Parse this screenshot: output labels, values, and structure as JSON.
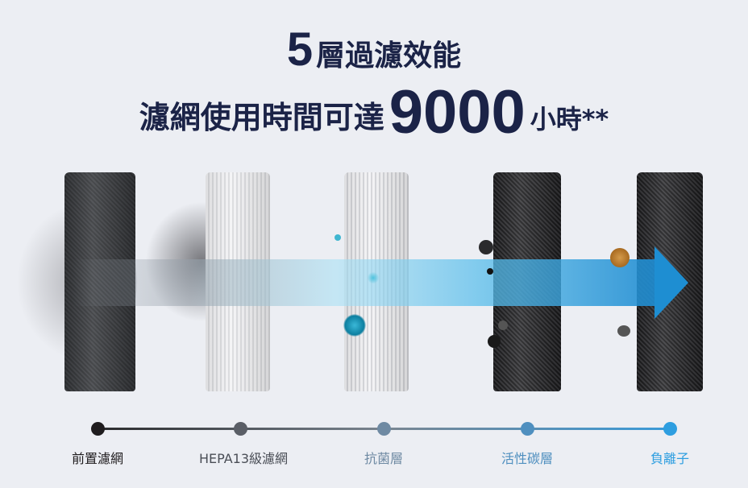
{
  "header": {
    "number": "5",
    "line1": "層過濾效能",
    "line2_prefix": "濾網使用時間可達",
    "hours": "9000",
    "line2_suffix": "小時**"
  },
  "colors": {
    "title": "#1b2347",
    "arrow": "#1e8ed2"
  },
  "layers": [
    {
      "label": "前置濾網",
      "color": "#1f1c1e"
    },
    {
      "label": "HEPA13級濾網",
      "color": "#5a5e66"
    },
    {
      "label": "抗菌層",
      "color": "#6f8aa3"
    },
    {
      "label": "活性碳層",
      "color": "#4f8fbf"
    },
    {
      "label": "負離子",
      "color": "#2e9ee0"
    }
  ]
}
